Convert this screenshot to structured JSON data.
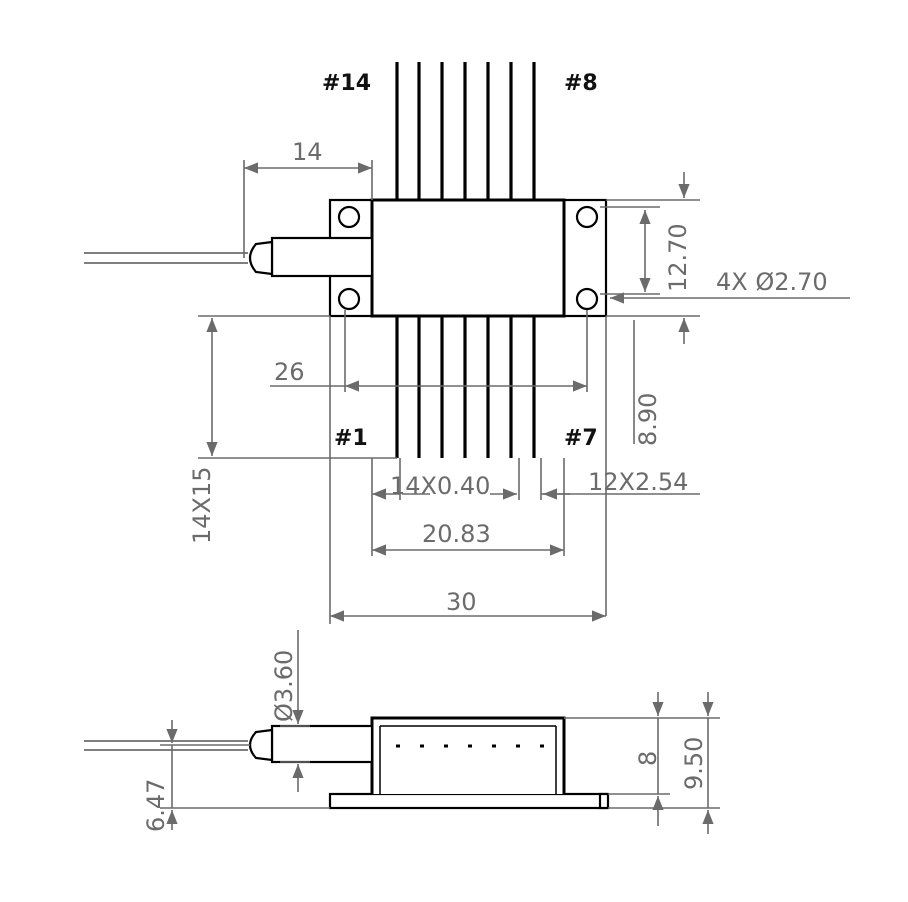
{
  "drawing": {
    "pins": {
      "top_left": "#14",
      "top_right": "#8",
      "bottom_left": "#1",
      "bottom_right": "#7"
    },
    "dims": {
      "flange_to_hole": "14",
      "hole_spacing_v": "12.70",
      "hole_dia": "4X Ø2.70",
      "hole_spacing_h": "26",
      "body_to_lead": "8.90",
      "lead_length": "14X15",
      "lead_width": "14X0.40",
      "lead_pitch": "12X2.54",
      "lead_span": "20.83",
      "overall_width": "30",
      "fiber_dia": "Ø3.60",
      "fiber_height": "6.47",
      "body_height": "8",
      "overall_height": "9.50"
    },
    "colors": {
      "dimension": "#6b6b6b",
      "outline": "#000000"
    }
  }
}
